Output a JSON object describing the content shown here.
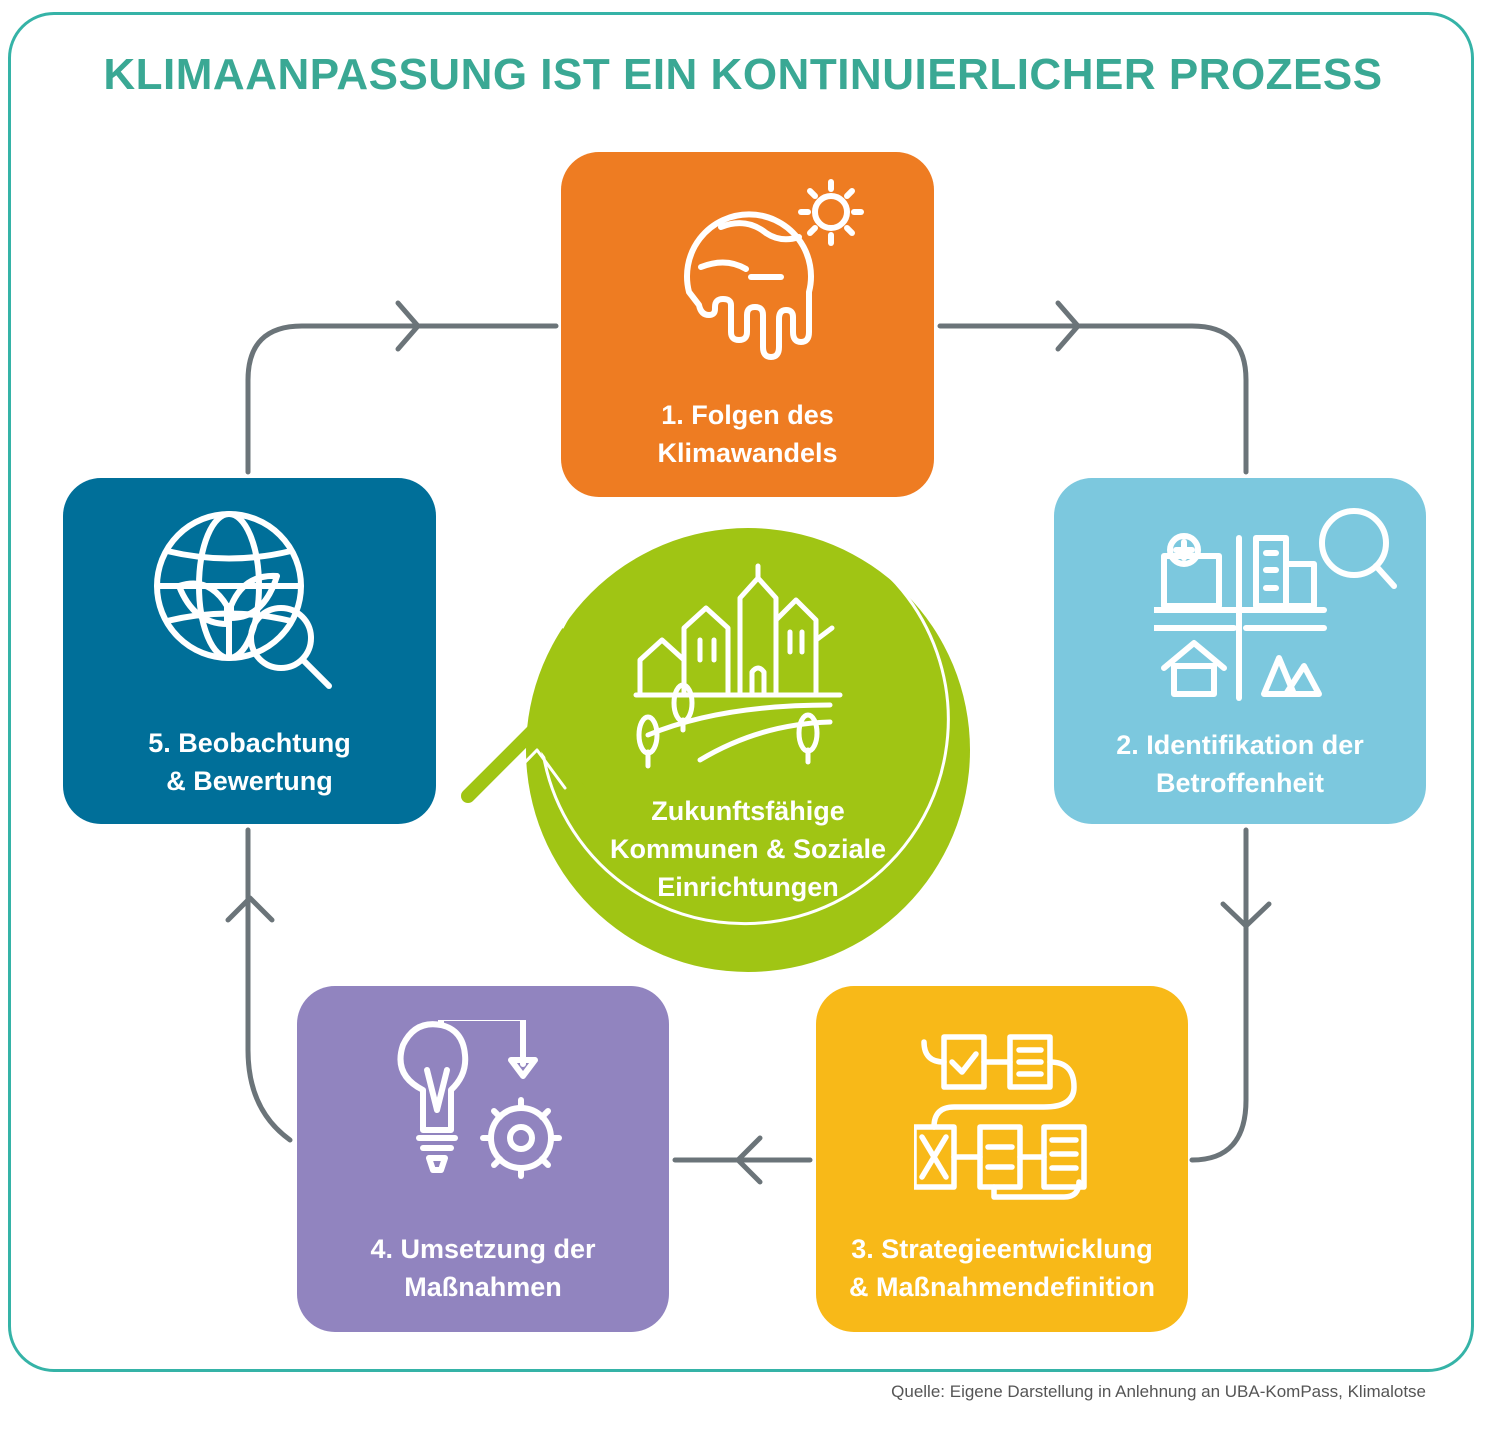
{
  "title": "KLIMAANPASSUNG IST EIN KONTINUIERLICHER PROZESS",
  "colors": {
    "frame": "#35b3a7",
    "title": "#3aa894",
    "step1": "#ee7c22",
    "step2": "#7cc8de",
    "step3": "#f8b918",
    "step4": "#9184bf",
    "step5": "#006f99",
    "center": "#a0c514",
    "connector": "#6b7479"
  },
  "steps": [
    {
      "id": "step1",
      "line1": "1. Folgen des",
      "line2": "Klimawandels",
      "icon": "melting-globe-sun-icon"
    },
    {
      "id": "step2",
      "line1": "2. Identifikation der",
      "line2": "Betroffenheit",
      "icon": "city-analysis-icon"
    },
    {
      "id": "step3",
      "line1": "3. Strategieentwicklung",
      "line2": "& Maßnahmendefinition",
      "icon": "strategy-documents-icon"
    },
    {
      "id": "step4",
      "line1": "4. Umsetzung der",
      "line2": "Maßnahmen",
      "icon": "lightbulb-gear-icon"
    },
    {
      "id": "step5",
      "line1": "5. Beobachtung",
      "line2": "& Bewertung",
      "icon": "globe-plant-magnifier-icon"
    }
  ],
  "center": {
    "line1": "Zukunftsfähige",
    "line2": "Kommunen & Soziale",
    "line3": "Einrichtungen",
    "icon": "town-landscape-icon"
  },
  "source": "Quelle: Eigene Darstellung in Anlehnung an UBA-KomPass, Klimalotse"
}
